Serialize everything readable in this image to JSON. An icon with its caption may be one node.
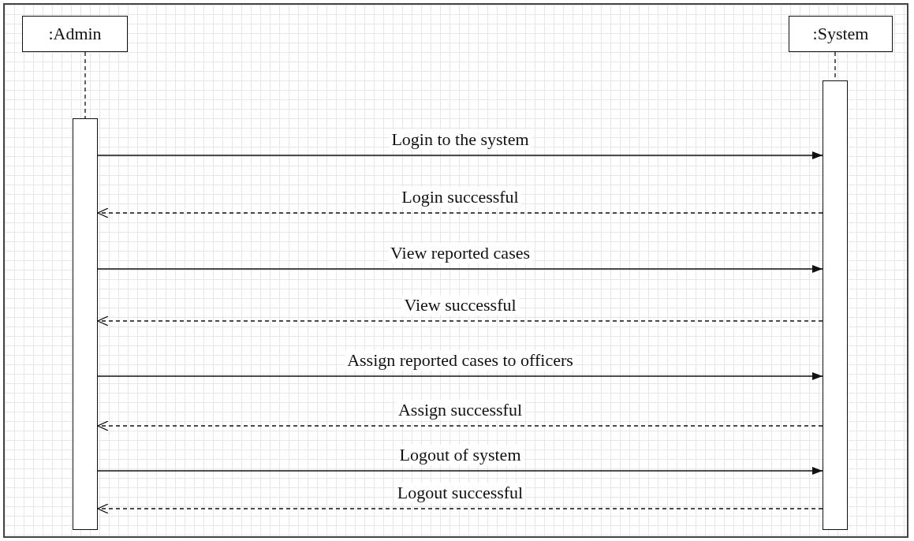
{
  "diagram": {
    "nodes": [
      {
        "text": [
          ":Admin"
        ]
      },
      {
        "text": [
          ":System"
        ]
      },
      {
        "text": [],
        "shape": "bar"
      },
      {
        "text": [],
        "shape": "bar"
      }
    ],
    "edges": [
      {
        "from": 0,
        "to": 2,
        "arrow": "none",
        "style": "dashed"
      },
      {
        "from": 1,
        "to": 3,
        "arrow": "none",
        "style": "dashed"
      },
      {
        "from": 2,
        "to": 3,
        "arrow": "to",
        "label": "Login to the system"
      },
      {
        "from": 3,
        "to": 2,
        "arrow": "to",
        "label": "Login successful",
        "style": "dashed"
      },
      {
        "from": 2,
        "to": 3,
        "arrow": "to",
        "label": "View reported cases"
      },
      {
        "from": 3,
        "to": 2,
        "arrow": "to",
        "label": "View successful",
        "style": "dashed"
      },
      {
        "from": 2,
        "to": 3,
        "arrow": "to",
        "label": "Assign reported cases to officers"
      },
      {
        "from": 3,
        "to": 2,
        "arrow": "to",
        "label": "Assign successful",
        "style": "dashed"
      },
      {
        "from": 2,
        "to": 3,
        "arrow": "to",
        "label": "Logout of system"
      },
      {
        "from": 3,
        "to": 2,
        "arrow": "to",
        "label": "Logout successful",
        "style": "dashed"
      }
    ]
  }
}
